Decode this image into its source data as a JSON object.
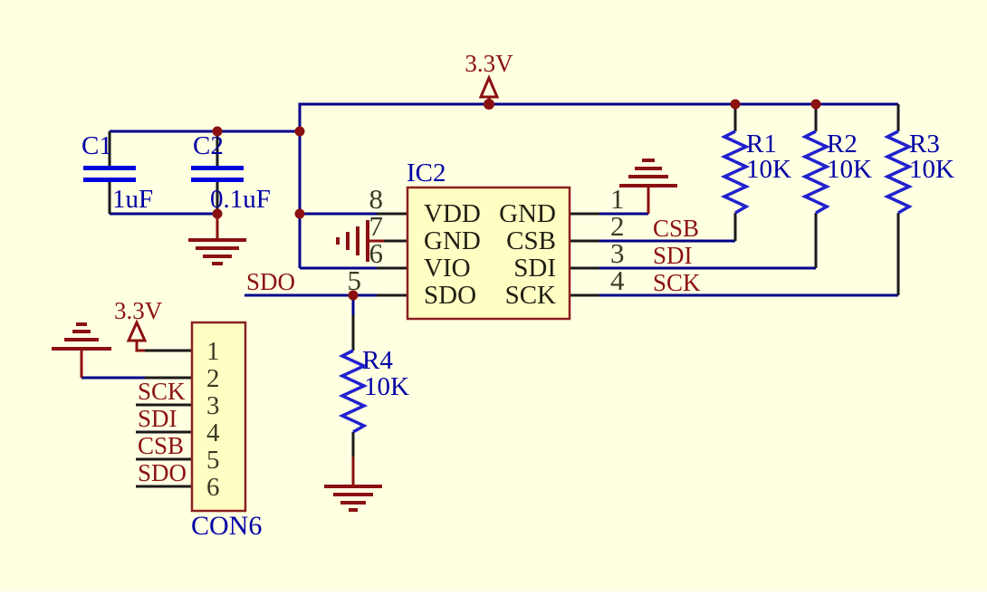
{
  "colors": {
    "background": "#FFFFE2",
    "wire_blue": "#00008B",
    "pin_black": "#1A1A1A",
    "symbol_maroon": "#8B1111",
    "resistor_blue": "#2121CE",
    "capacitor_blue": "#0202DC",
    "component_fill": "#FFFFC4",
    "component_outline": "#8B2020",
    "designator_blue": "#0000A5",
    "pin_name_black": "#1F1F14",
    "pin_number_olive": "#3A3A25"
  },
  "power": {
    "rail_label": "3.3V",
    "con_label": "3.3V"
  },
  "caps": {
    "c1": {
      "ref": "C1",
      "value": "1uF"
    },
    "c2": {
      "ref": "C2",
      "value": "0.1uF"
    }
  },
  "res": {
    "r1": {
      "ref": "R1",
      "value": "10K"
    },
    "r2": {
      "ref": "R2",
      "value": "10K"
    },
    "r3": {
      "ref": "R3",
      "value": "10K"
    },
    "r4": {
      "ref": "R4",
      "value": "10K"
    }
  },
  "ic": {
    "title": "IC2",
    "left": [
      {
        "num": "8",
        "name": "VDD"
      },
      {
        "num": "7",
        "name": "GND"
      },
      {
        "num": "6",
        "name": "VIO"
      },
      {
        "num": "5",
        "name": "SDO"
      }
    ],
    "right": [
      {
        "num": "1",
        "name": "GND"
      },
      {
        "num": "2",
        "name": "CSB"
      },
      {
        "num": "3",
        "name": "SDI"
      },
      {
        "num": "4",
        "name": "SCK"
      }
    ],
    "net_labels": {
      "csb": "CSB",
      "sdi": "SDI",
      "sck": "SCK"
    }
  },
  "sdo_net_label": "SDO",
  "con": {
    "title": "CON6",
    "nums": [
      "1",
      "2",
      "3",
      "4",
      "5",
      "6"
    ],
    "labels": [
      "SCK",
      "SDI",
      "CSB",
      "SDO"
    ]
  }
}
